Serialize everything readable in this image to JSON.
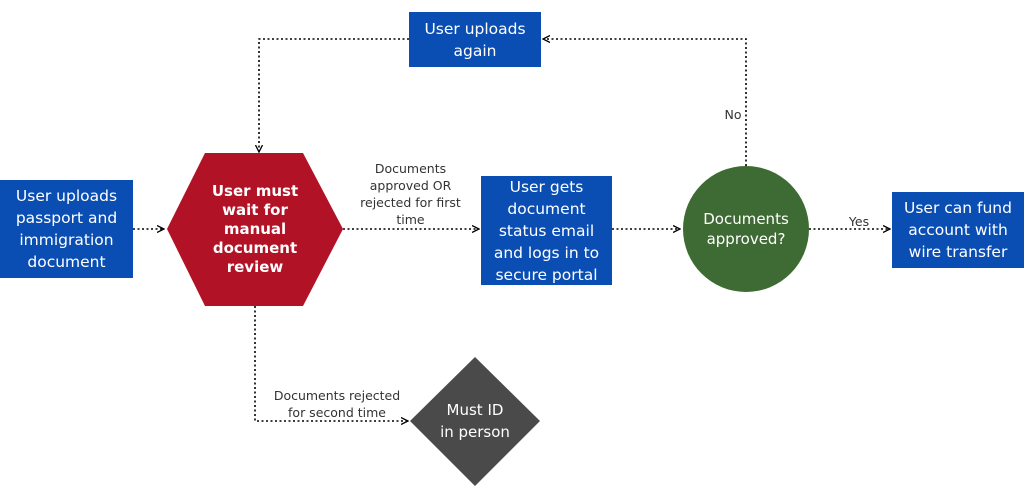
{
  "colors": {
    "blue_box": "#0a4eb3",
    "hexagon": "#b11226",
    "circle": "#3e6b33",
    "diamond": "#4a4a4a",
    "connector": "#000000"
  },
  "nodes": {
    "uploads_passport": "User uploads\npassport and\nimmigration\ndocument",
    "manual_review": "User must\nwait for\nmanual\ndocument\nreview",
    "status_email": "User gets\ndocument\nstatus email\nand logs in to\nsecure portal",
    "documents_approved": "Documents\napproved?",
    "fund_account": "User can fund\naccount with\nwire transfer",
    "uploads_again": "User uploads\nagain",
    "must_id": "Must ID\nin person"
  },
  "edge_labels": {
    "first_time": "Documents\napproved OR\nrejected for first\ntime",
    "yes": "Yes",
    "no": "No",
    "second_time": "Documents rejected\nfor second time"
  }
}
